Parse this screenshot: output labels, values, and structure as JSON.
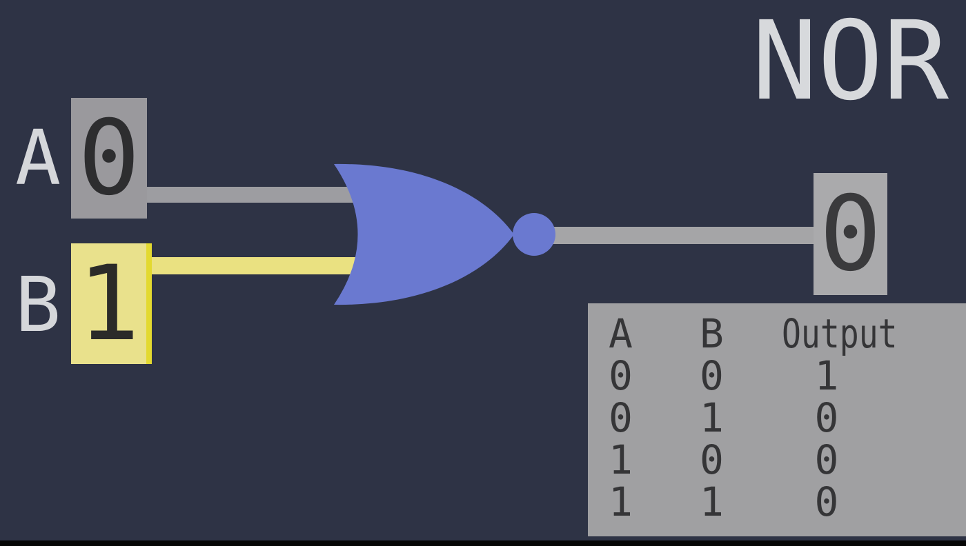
{
  "title": "NOR",
  "gate": {
    "type": "NOR"
  },
  "inputs": [
    {
      "label": "A",
      "value": "0",
      "state": "off"
    },
    {
      "label": "B",
      "value": "1",
      "state": "on"
    }
  ],
  "output": {
    "value": "0"
  },
  "truth_table": {
    "headers": [
      "A",
      "B",
      "Output"
    ],
    "rows": [
      [
        "0",
        "0",
        "1"
      ],
      [
        "0",
        "1",
        "0"
      ],
      [
        "1",
        "0",
        "0"
      ],
      [
        "1",
        "1",
        "0"
      ]
    ]
  },
  "colors": {
    "background": "#2e3345",
    "gate_fill": "#6a79d0",
    "input_a_fill": "#9a999d",
    "input_b_fill": "#e9e18c",
    "input_b_edge": "#e3d930",
    "wire_gray": "#9d9da1",
    "wire_yellow": "#eae181",
    "output_wire_gray": "#a5a5a7",
    "output_box_fill": "#aaaaac",
    "panel_fill": "#a0a0a2",
    "dark_text": "#353537",
    "light_text": "#d7d9dc"
  }
}
